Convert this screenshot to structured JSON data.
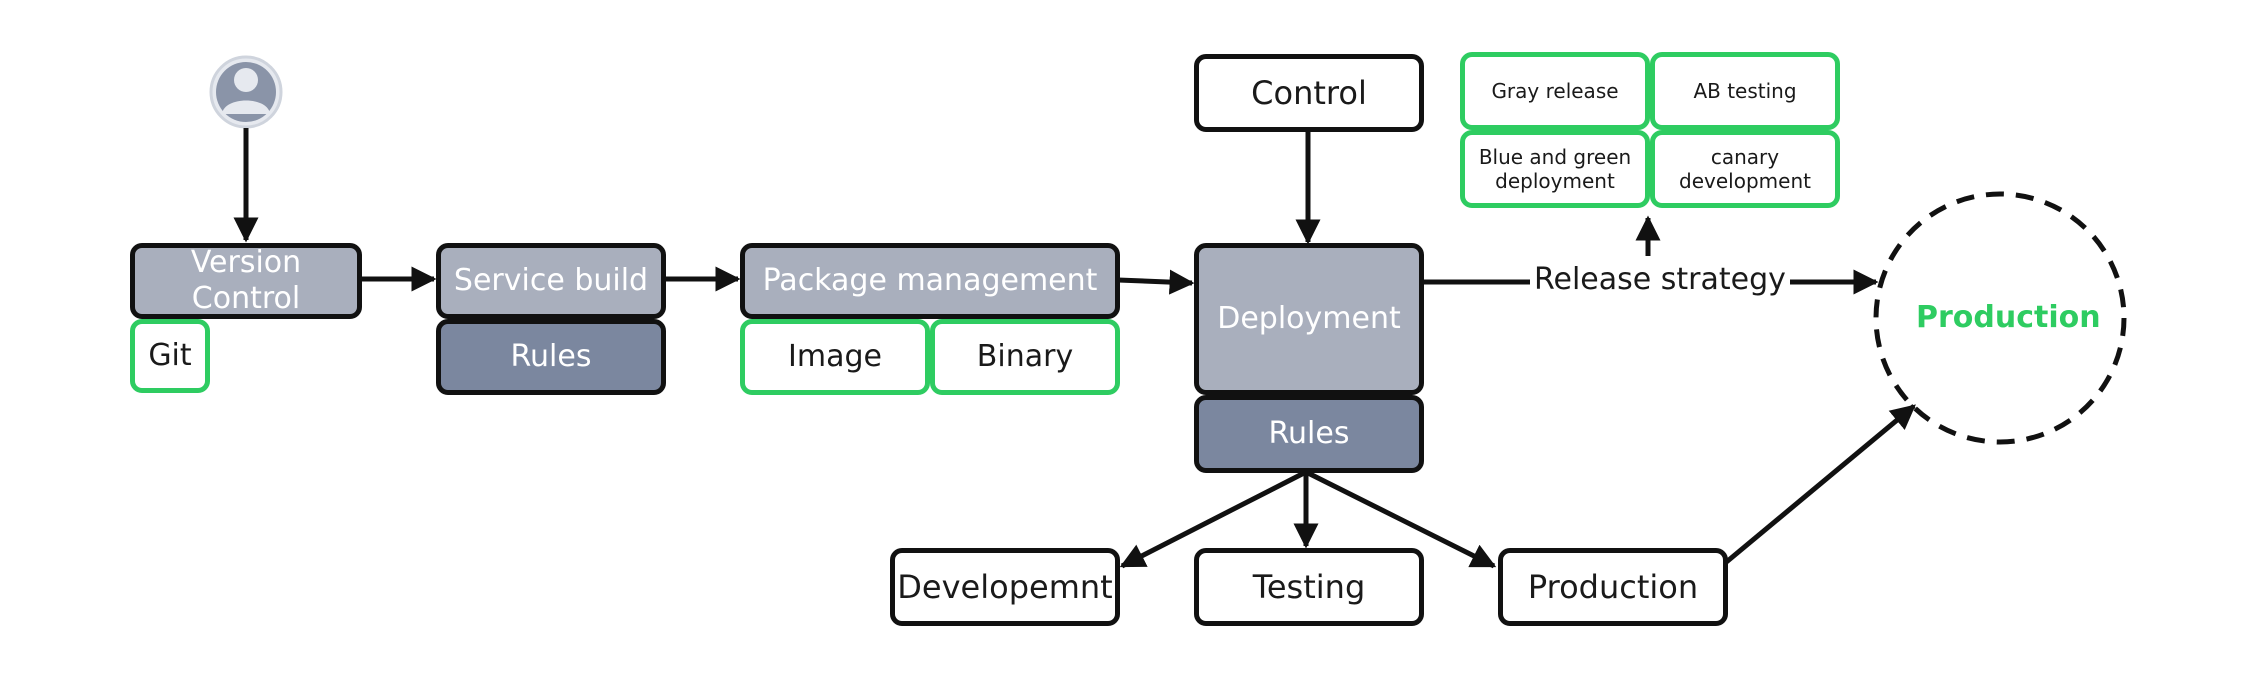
{
  "nodes": {
    "version_control": "Version Control",
    "git": "Git",
    "service_build": "Service build",
    "build_rules": "Rules",
    "package_management": "Package management",
    "image": "Image",
    "binary": "Binary",
    "control": "Control",
    "deployment": "Deployment",
    "deploy_rules": "Rules",
    "development": "Developemnt",
    "testing": "Testing",
    "production_env": "Production",
    "production_target": "Production"
  },
  "strategies": {
    "gray_release": "Gray release",
    "ab_testing": "AB testing",
    "blue_green": "Blue and green deployment",
    "canary": "canary development"
  },
  "edges": {
    "release_strategy": "Release strategy"
  },
  "colors": {
    "box_gray": "#a9afbd",
    "box_slate": "#7b879f",
    "accent_green": "#2ecc61",
    "stroke": "#111111"
  },
  "icons": {
    "user": "user-avatar-icon"
  }
}
